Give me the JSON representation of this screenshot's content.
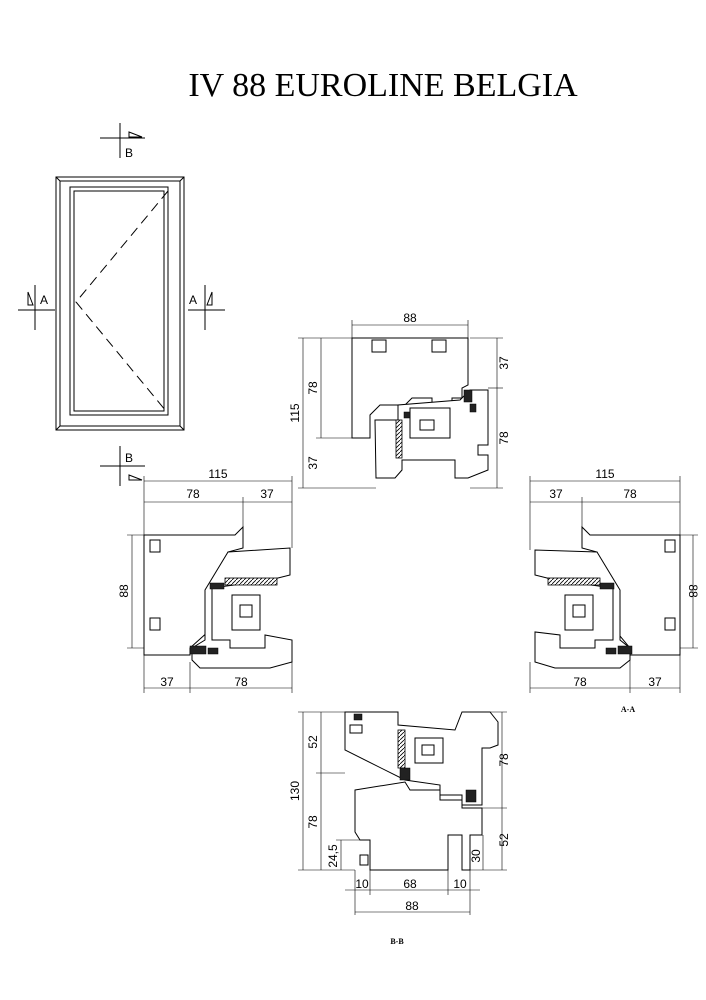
{
  "title": "IV 88 EUROLINE BELGIA",
  "elevation": {
    "section_top": "B",
    "section_bottom": "B",
    "section_left": "A",
    "section_right": "A"
  },
  "top_section": {
    "dim_width": "88",
    "dim_total": "115",
    "dim_frame": "78",
    "dim_sash_over": "37",
    "dim_right_top": "37",
    "dim_right_bottom": "78"
  },
  "left_section": {
    "dim_total": "115",
    "dim_a": "78",
    "dim_b": "37",
    "dim_height": "88",
    "dim_c": "37",
    "dim_d": "78"
  },
  "right_section": {
    "dim_total": "115",
    "dim_a": "37",
    "dim_b": "78",
    "dim_height": "88",
    "dim_c": "78",
    "dim_d": "37",
    "caption": "A-A"
  },
  "bottom_section": {
    "dim_total": "130",
    "dim_upper": "52",
    "dim_lower": "78",
    "dim_sill": "24,5",
    "dim_right_upper": "78",
    "dim_right_lower": "52",
    "dim_right_sill": "30",
    "dim_left_gap": "10",
    "dim_mid": "68",
    "dim_right_gap": "10",
    "dim_width": "88",
    "caption": "B-B"
  }
}
